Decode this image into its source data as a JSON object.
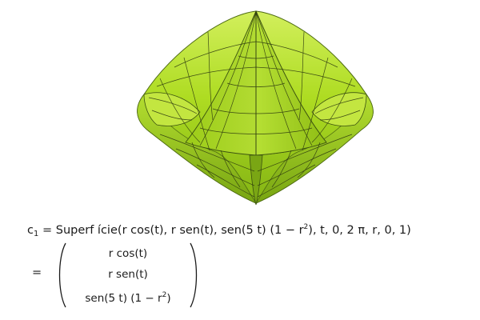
{
  "formula": {
    "name": "c",
    "subscript": "1",
    "equals": "=",
    "command": "Superf ície",
    "arg_x": "r  cos(t)",
    "arg_y": "r  sen(t)",
    "arg_z_start": "sen(5 t)  (1 − r",
    "arg_z_exponent": "2",
    "arg_z_end": ")",
    "trailing_args": ", t, 0, 2 π, r, 0, 1)"
  },
  "result": {
    "equals": "=",
    "entry_1": "r  cos(t)",
    "entry_2": "r  sen(t)",
    "entry_3_start": "sen(5 t)  (1 − r",
    "entry_3_exponent": "2",
    "entry_3_end": ")"
  },
  "colors": {
    "surface_fill": "#a8d81e",
    "surface_highlight": "#cdee5a",
    "surface_shadow": "#6f9a10",
    "mesh_line": "#2e3a10"
  }
}
